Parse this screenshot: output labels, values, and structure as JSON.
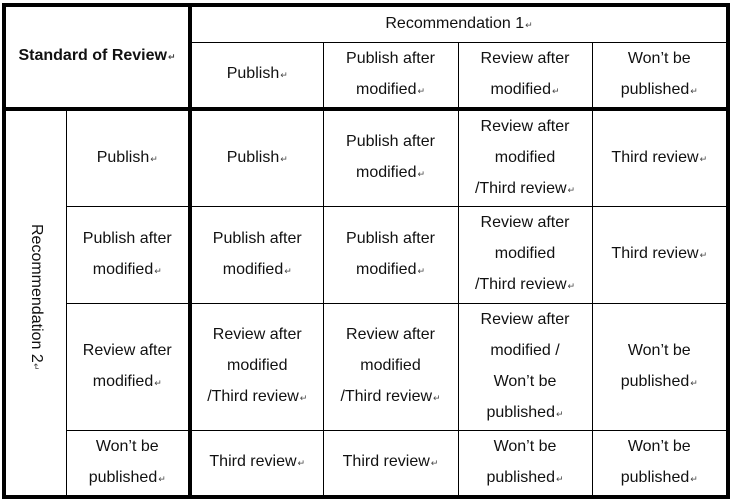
{
  "mark": "↵",
  "header": {
    "corner_label": "Standard of Review",
    "col_group_label": "Recommendation 1",
    "row_group_label": "Recommendation 2",
    "columns": [
      [
        "Publish"
      ],
      [
        "Publish after",
        "modified"
      ],
      [
        "Review after",
        "modified"
      ],
      [
        "Won’t be",
        "published"
      ]
    ]
  },
  "rows": [
    {
      "label": [
        "Publish"
      ],
      "cells": [
        [
          "Publish"
        ],
        [
          "Publish after",
          "modified"
        ],
        [
          "Review after",
          "modified",
          "/Third review"
        ],
        [
          "Third review"
        ]
      ]
    },
    {
      "label": [
        "Publish after",
        "modified"
      ],
      "cells": [
        [
          "Publish after",
          "modified"
        ],
        [
          "Publish after",
          "modified"
        ],
        [
          "Review after",
          "modified",
          "/Third review"
        ],
        [
          "Third review"
        ]
      ]
    },
    {
      "label": [
        "Review after",
        "modified"
      ],
      "cells": [
        [
          "Review after",
          "modified",
          "/Third review"
        ],
        [
          "Review after",
          "modified",
          "/Third review"
        ],
        [
          "Review after",
          "modified /",
          "Won’t be",
          "published"
        ],
        [
          "Won’t be",
          "published"
        ]
      ]
    },
    {
      "label": [
        "Won’t be",
        "published"
      ],
      "cells": [
        [
          "Third review"
        ],
        [
          "Third review"
        ],
        [
          "Won’t be",
          "published"
        ],
        [
          "Won’t be",
          "published"
        ]
      ]
    }
  ]
}
